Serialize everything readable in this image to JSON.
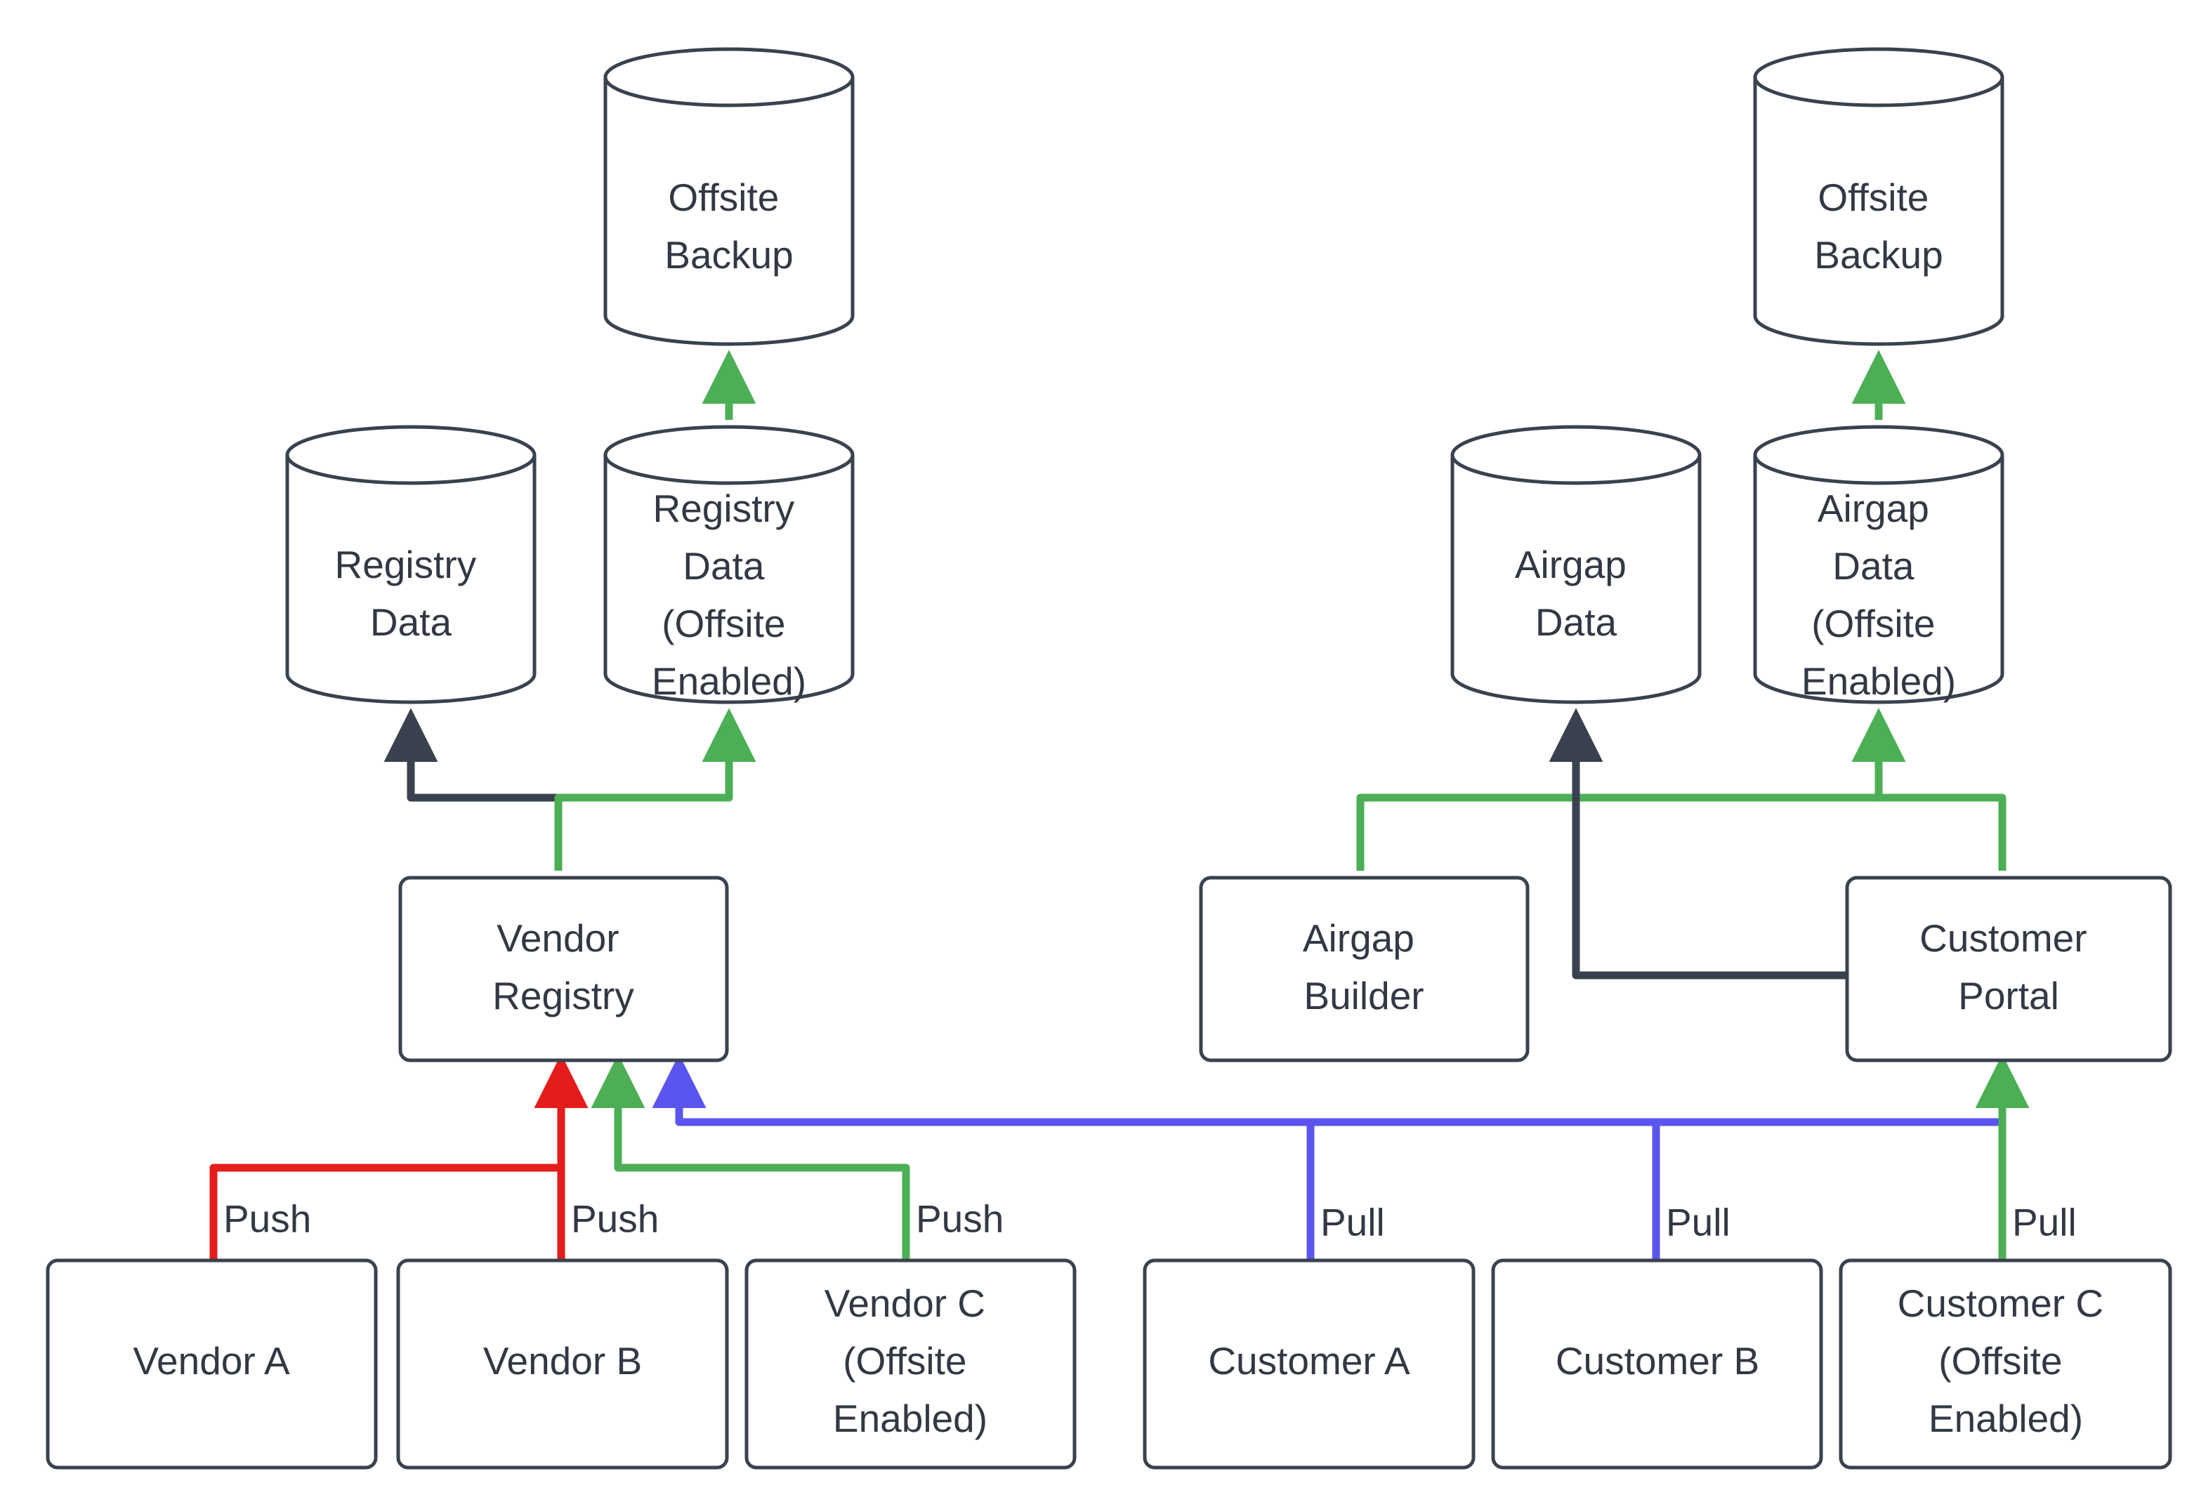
{
  "diagram": {
    "type": "flowchart",
    "title": "Vendor Registry and Customer Portal offsite backup flow",
    "background": "#ffffff",
    "colors": {
      "node_stroke": "#39424e",
      "node_fill": "#ffffff",
      "text": "#333844",
      "edge_default": "#39424e",
      "edge_green": "#4caf56",
      "edge_red": "#e51c1c",
      "edge_blue": "#5b55f0"
    },
    "nodes": [
      {
        "id": "offsite-backup-left",
        "shape": "cylinder",
        "label": "Offsite Backup",
        "lines": [
          "Offsite",
          "Backup"
        ]
      },
      {
        "id": "registry-data",
        "shape": "cylinder",
        "label": "Registry Data",
        "lines": [
          "Registry",
          "Data"
        ]
      },
      {
        "id": "registry-data-offsite",
        "shape": "cylinder",
        "label": "Registry Data (Offsite Enabled)",
        "lines": [
          "Registry",
          "Data",
          "(Offsite",
          "Enabled)"
        ]
      },
      {
        "id": "vendor-registry",
        "shape": "box",
        "label": "Vendor Registry",
        "lines": [
          "Vendor",
          "Registry"
        ]
      },
      {
        "id": "vendor-a",
        "shape": "box",
        "label": "Vendor A",
        "lines": [
          "Vendor A"
        ]
      },
      {
        "id": "vendor-b",
        "shape": "box",
        "label": "Vendor B",
        "lines": [
          "Vendor B"
        ]
      },
      {
        "id": "vendor-c",
        "shape": "box",
        "label": "Vendor C (Offsite Enabled)",
        "lines": [
          "Vendor C",
          "(Offsite",
          "Enabled)"
        ]
      },
      {
        "id": "offsite-backup-right",
        "shape": "cylinder",
        "label": "Offsite Backup",
        "lines": [
          "Offsite",
          "Backup"
        ]
      },
      {
        "id": "airgap-data",
        "shape": "cylinder",
        "label": "Airgap Data",
        "lines": [
          "Airgap",
          "Data"
        ]
      },
      {
        "id": "airgap-data-offsite",
        "shape": "cylinder",
        "label": "Airgap Data (Offsite Enabled)",
        "lines": [
          "Airgap",
          "Data",
          "(Offsite",
          "Enabled)"
        ]
      },
      {
        "id": "airgap-builder",
        "shape": "box",
        "label": "Airgap Builder",
        "lines": [
          "Airgap",
          "Builder"
        ]
      },
      {
        "id": "customer-portal",
        "shape": "box",
        "label": "Customer Portal",
        "lines": [
          "Customer",
          "Portal"
        ]
      },
      {
        "id": "customer-a",
        "shape": "box",
        "label": "Customer A",
        "lines": [
          "Customer A"
        ]
      },
      {
        "id": "customer-b",
        "shape": "box",
        "label": "Customer B",
        "lines": [
          "Customer B"
        ]
      },
      {
        "id": "customer-c",
        "shape": "box",
        "label": "Customer C (Offsite Enabled)",
        "lines": [
          "Customer C",
          "(Offsite",
          "Enabled)"
        ]
      }
    ],
    "edges": [
      {
        "id": "e1",
        "from": "vendor-a",
        "to": "vendor-registry",
        "label": "Push",
        "color": "edge_red"
      },
      {
        "id": "e2",
        "from": "vendor-b",
        "to": "vendor-registry",
        "label": "Push",
        "color": "edge_red"
      },
      {
        "id": "e3",
        "from": "vendor-c",
        "to": "vendor-registry",
        "label": "Push",
        "color": "edge_green"
      },
      {
        "id": "e4",
        "from": "customer-a",
        "to": "vendor-registry",
        "label": "Pull",
        "color": "edge_blue"
      },
      {
        "id": "e5",
        "from": "customer-b",
        "to": "vendor-registry",
        "label": "Pull",
        "color": "edge_blue"
      },
      {
        "id": "e6",
        "from": "customer-c",
        "to": "customer-portal",
        "label": "Pull",
        "color": "edge_green"
      },
      {
        "id": "e7",
        "from": "vendor-registry",
        "to": "registry-data",
        "label": "",
        "color": "edge_default"
      },
      {
        "id": "e8",
        "from": "vendor-registry",
        "to": "registry-data-offsite",
        "label": "",
        "color": "edge_green"
      },
      {
        "id": "e9",
        "from": "registry-data-offsite",
        "to": "offsite-backup-left",
        "label": "",
        "color": "edge_green"
      },
      {
        "id": "e10",
        "from": "customer-portal",
        "to": "airgap-data",
        "label": "",
        "color": "edge_default"
      },
      {
        "id": "e11",
        "from": "airgap-builder",
        "to": "airgap-data-offsite",
        "label": "",
        "color": "edge_green"
      },
      {
        "id": "e12",
        "from": "customer-portal",
        "to": "airgap-data-offsite",
        "label": "",
        "color": "edge_green"
      },
      {
        "id": "e13",
        "from": "airgap-data-offsite",
        "to": "offsite-backup-right",
        "label": "",
        "color": "edge_green"
      }
    ],
    "edge_labels": {
      "push": "Push",
      "pull": "Pull"
    }
  }
}
